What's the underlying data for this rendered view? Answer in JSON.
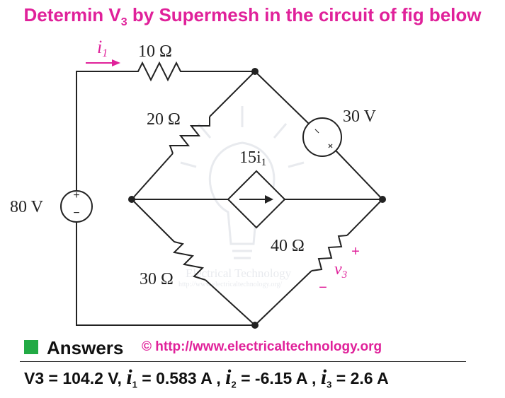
{
  "title": {
    "text": "Determin V",
    "subscript": "3",
    "text_after": " by Supermesh in the circuit of fig below",
    "color": "#e0219a"
  },
  "circuit": {
    "current_i1": "i",
    "current_i1_sub": "1",
    "r_top": "10 Ω",
    "r_upper_left": "20 Ω",
    "r_lower_left": "30 Ω",
    "r_lower_right": "40 Ω",
    "source_left": "80 V",
    "source_left_plus": "+",
    "source_left_minus": "−",
    "source_right": "30 V",
    "source_right_minus": "−",
    "source_right_plus": "+",
    "dependent_source": "15i",
    "dependent_source_sub": "1",
    "v3_var": "v",
    "v3_sub": "3",
    "v3_plus": "+",
    "v3_minus": "−",
    "label_color": "#e0219a",
    "wire_color": "#222222"
  },
  "watermark": {
    "name": "Electrical Technology",
    "url": "http://www.electricaltechnology.org/"
  },
  "answers": {
    "label": "Answers",
    "link": "© http://www.electricaltechnology.org",
    "square_color": "#22aa44",
    "v3": "V3 = 104.2 V,",
    "i1_var": "i",
    "i1_sub": "1",
    "i1_value": " = 0.583 A ,",
    "i2_var": "i",
    "i2_sub": "2",
    "i2_value": " = -6.15 A ,",
    "i3_var": "i",
    "i3_sub": "3",
    "i3_value": " = 2.6 A"
  }
}
